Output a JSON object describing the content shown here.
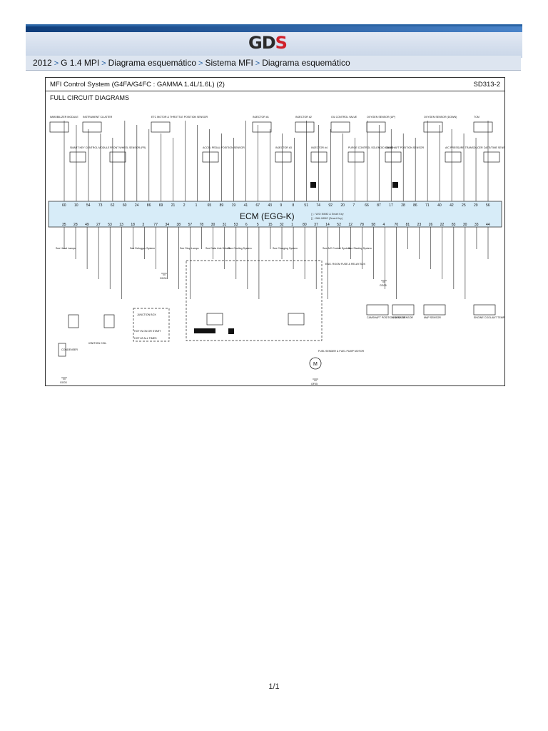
{
  "header": {
    "logo": {
      "g": "G",
      "d": "D",
      "s": "S"
    }
  },
  "breadcrumb": {
    "items": [
      "2012",
      "G 1.4 MPI",
      "Diagrama esquemático",
      "Sistema MFI",
      "Diagrama esquemático"
    ],
    "separator": ">"
  },
  "sheet": {
    "title": "MFI Control System (G4FA/G4FC : GAMMA 1.4L/1.6L) (2)",
    "code": "SD313-2",
    "subtitle": "FULL CIRCUIT DIAGRAMS",
    "ecm_label": "ECM (EGG-K)",
    "ecm_note_1": "( ) : W/O IMMO & Smart Key",
    "ecm_note_2": "[ ] : With IMMO (Smart Key)",
    "top_components": [
      "IMMOBILIZER MODULE",
      "INSTRUMENT CLUSTER",
      "ETC MOTOR & THROTTLE POSITION SENSOR",
      "INJECTOR #1",
      "INJECTOR #2",
      "OIL CONTROL VALVE",
      "OXYGEN SENSOR (UP)",
      "OXYGEN SENSOR (DOWN)",
      "TCM"
    ],
    "top_components_2": [
      "FRONT WHEEL SENSOR (FR)",
      "SMART KEY CONTROL MODULE",
      "ACCEL PEDAL POSITION SENSOR",
      "INJECTOR #3",
      "INJECTOR #4",
      "PURGE CONTROL SOLENOID VALVE",
      "CAMSHAFT POSITION SENSOR",
      "A/C PRESSURE TRANSDUCER",
      "DATE/TIME SENSOR"
    ],
    "top_pins": [
      "60",
      "10",
      "54",
      "73",
      "62",
      "60",
      "24",
      "86",
      "69",
      "21",
      "2",
      "1",
      "65",
      "89",
      "19",
      "41",
      "67",
      "43",
      "9",
      "8",
      "51",
      "74",
      "92",
      "20",
      "7",
      "66",
      "87",
      "17",
      "28",
      "86",
      "71",
      "40",
      "42",
      "25",
      "29",
      "56"
    ],
    "bottom_pins": [
      "35",
      "28",
      "49",
      "27",
      "53",
      "13",
      "18",
      "3",
      "77",
      "34",
      "38",
      "57",
      "78",
      "30",
      "31",
      "53",
      "6",
      "5",
      "15",
      "32",
      "1",
      "80",
      "37",
      "14",
      "52",
      "12",
      "78",
      "58",
      "4",
      "70",
      "81",
      "23",
      "26",
      "22",
      "83",
      "30",
      "33",
      "44"
    ],
    "see_refs": [
      "See Head Lamps",
      "See Defogger System",
      "See Stop Lamps",
      "See Data Link Details",
      "See Cooling System",
      "See Charging System",
      "See A/C Control System",
      "See Starting System"
    ],
    "bottom_components": [
      "CONDENSER",
      "IGNITION COIL",
      "JUNCTION BOX",
      "HOT AT ALL TIMES",
      "HOT IN ON OR START",
      "FUEL SENDER & FUEL PUMP MOTOR",
      "CAMSHAFT POSITION SENSOR",
      "KNOCK SENSOR",
      "MAP SENSOR",
      "ENGINE COOLANT TEMPERATURE SENSOR",
      "ENG. ROOM FUSE & RELAY BOX"
    ],
    "grounds": [
      "GG03",
      "GG04",
      "GG05",
      "GF05"
    ]
  },
  "footer": {
    "page": "1/1"
  }
}
